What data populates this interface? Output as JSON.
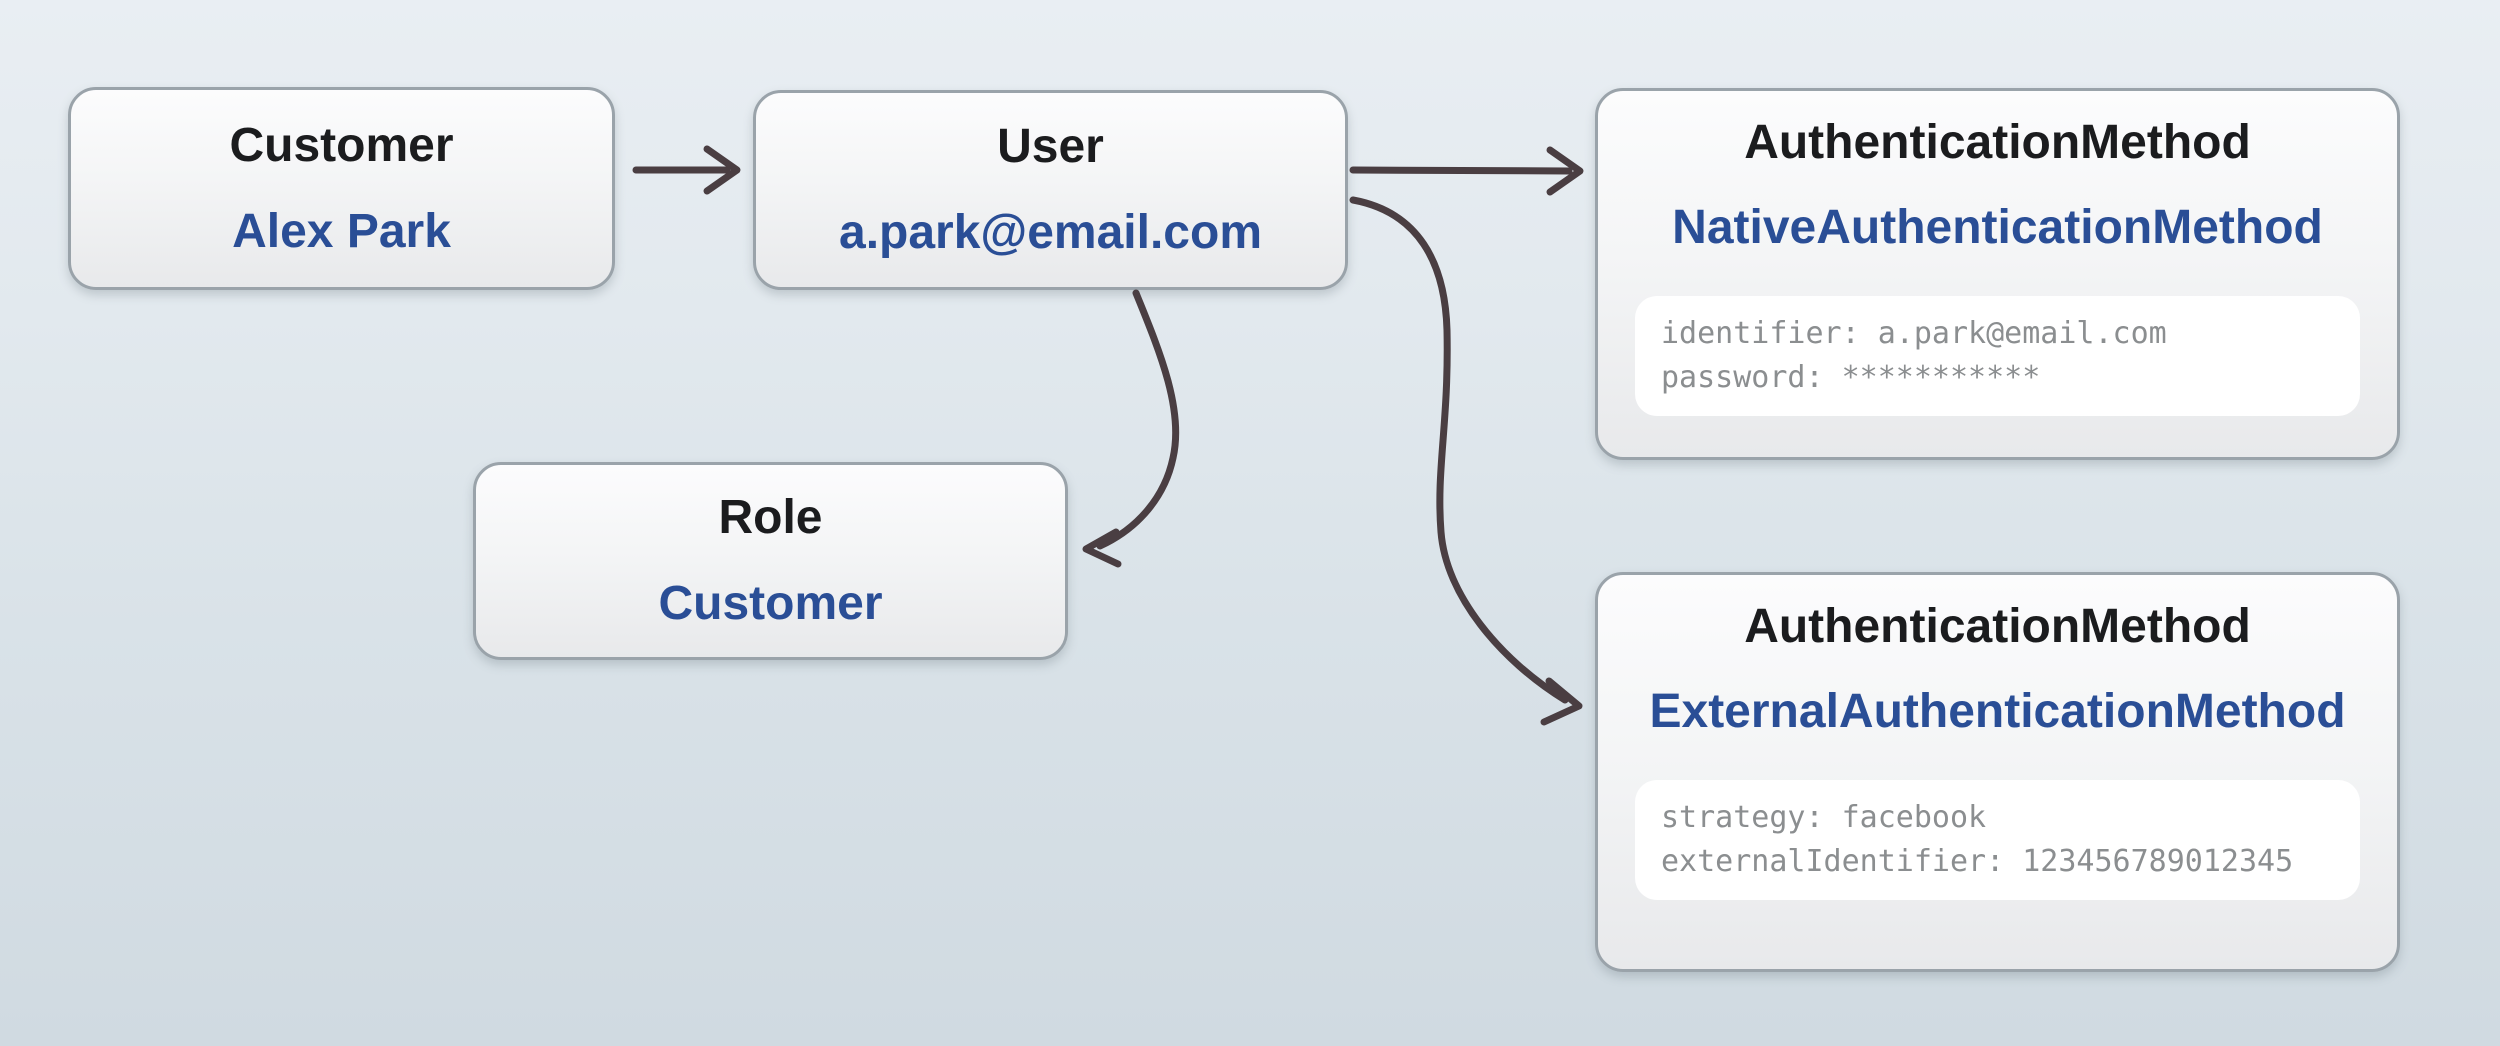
{
  "diagram": {
    "nodes": {
      "customer": {
        "title": "Customer",
        "value": "Alex Park"
      },
      "user": {
        "title": "User",
        "value": "a.park@email.com"
      },
      "role": {
        "title": "Role",
        "value": "Customer"
      },
      "native_auth": {
        "title": "AuthenticationMethod",
        "value": "NativeAuthenticationMethod",
        "attrs": [
          "identifier: a.park@email.com",
          "password: ***********"
        ]
      },
      "external_auth": {
        "title": "AuthenticationMethod",
        "value": "ExternalAuthenticationMethod",
        "attrs": [
          "strategy: facebook",
          "externalIdentifier: 123456789012345"
        ]
      }
    },
    "edges": [
      {
        "from": "customer",
        "to": "user"
      },
      {
        "from": "user",
        "to": "native_auth"
      },
      {
        "from": "user",
        "to": "role"
      },
      {
        "from": "user",
        "to": "external_auth"
      }
    ],
    "colors": {
      "title_text": "#1b1c1e",
      "value_text": "#2a4e96",
      "attr_text": "#8b8e90",
      "arrow": "#4a3e42",
      "node_border": "#9aa3aa"
    }
  }
}
